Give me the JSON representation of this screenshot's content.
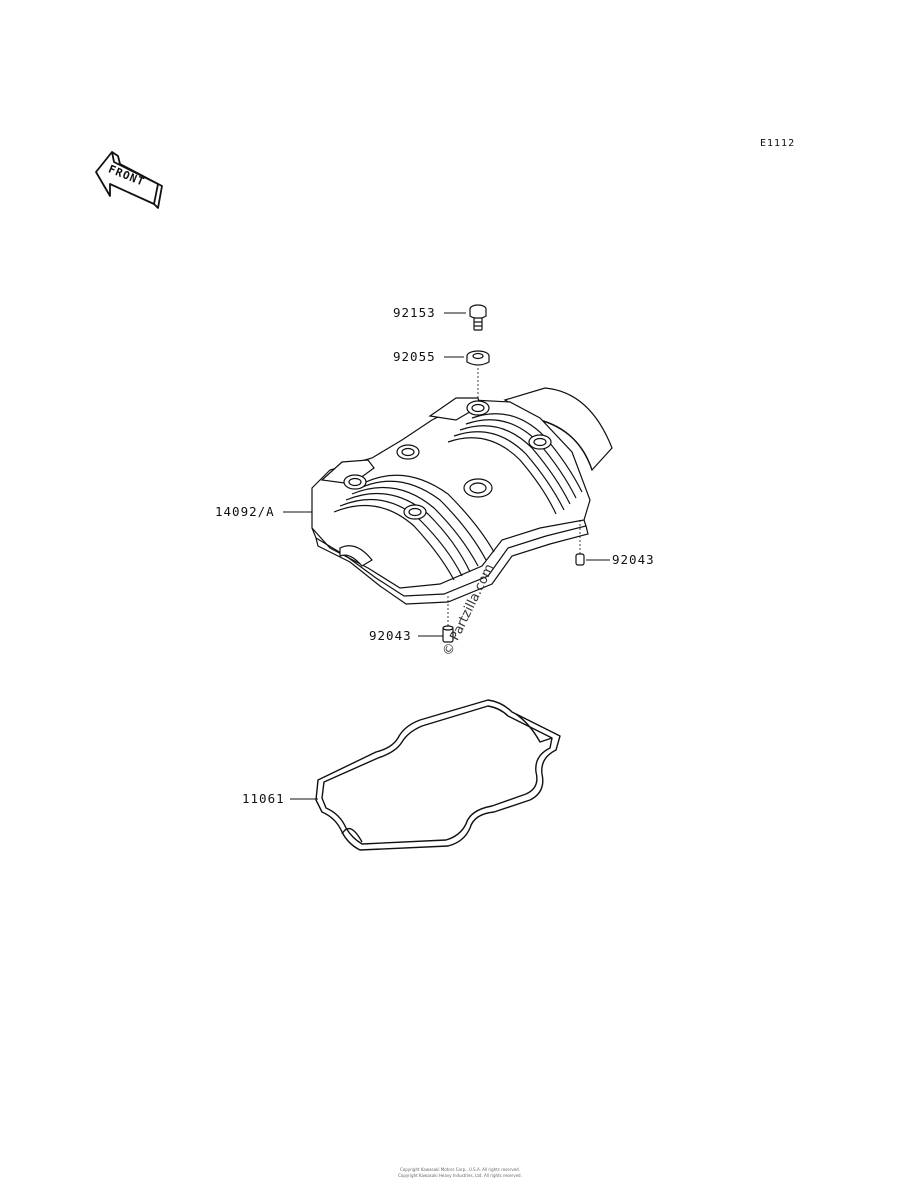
{
  "diagram": {
    "code": "E1112",
    "front_label": "FRONT",
    "watermark": "© Partzilla.com",
    "copyright_line1": "Copyright Kawasaki Motors Corp., U.S.A. All rights reserved.",
    "copyright_line2": "Copyright Kawasaki Heavy Industries, Ltd. All rights reserved."
  },
  "parts": [
    {
      "number": "92153",
      "description": "bolt"
    },
    {
      "number": "92055",
      "description": "ring seal"
    },
    {
      "number": "14092/A",
      "description": "cylinder head cover"
    },
    {
      "number": "92043",
      "description": "pin (right)"
    },
    {
      "number": "92043",
      "description": "pin (lower)"
    },
    {
      "number": "11061",
      "description": "gasket"
    }
  ]
}
